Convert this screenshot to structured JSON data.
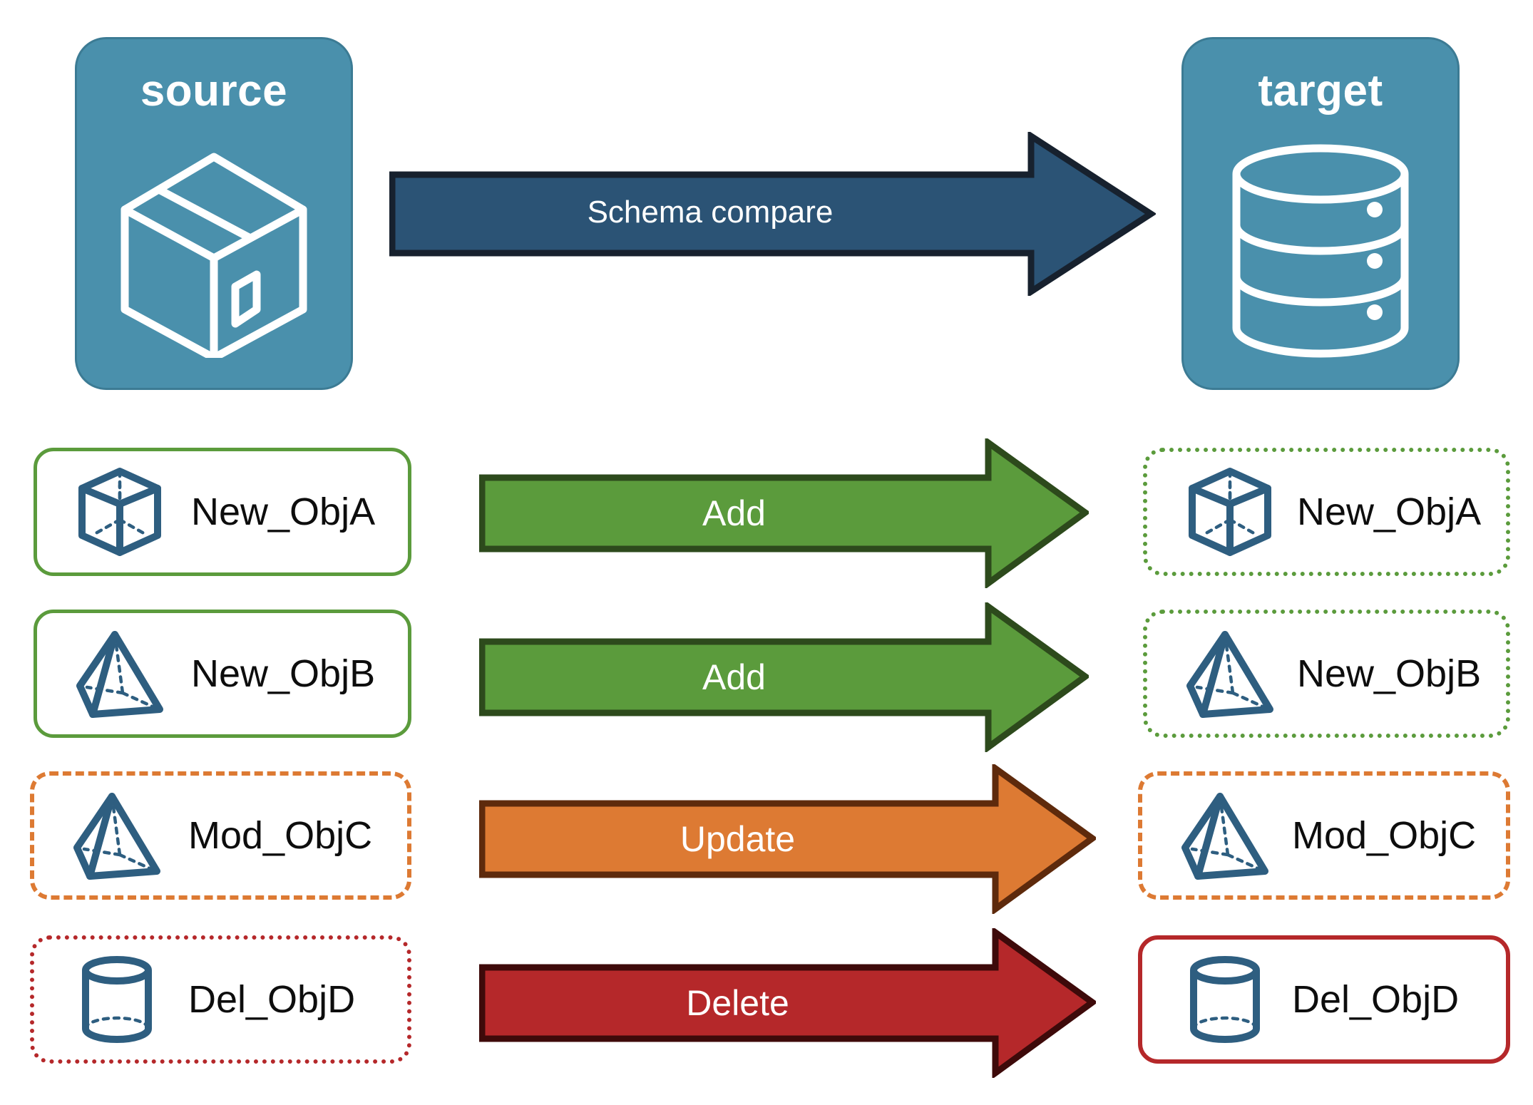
{
  "diagram": {
    "title": "Schema compare source to target",
    "endpoints": {
      "source": {
        "label": "source",
        "icon": "package-box-icon"
      },
      "target": {
        "label": "target",
        "icon": "database-cylinder-icon"
      }
    },
    "main_arrow": {
      "label": "Schema compare",
      "color": "#2B5375",
      "border_color": "#17212E"
    },
    "rows": [
      {
        "source": {
          "label": "New_ObjA",
          "icon": "wireframe-cube-icon",
          "border_style": "solid",
          "border_color": "#5B9B3C"
        },
        "action": {
          "label": "Add",
          "fill": "#5B9B3C",
          "stroke": "#2D4A1C"
        },
        "target": {
          "label": "New_ObjA",
          "icon": "wireframe-cube-icon",
          "border_style": "dotted",
          "border_color": "#5B9B3C"
        }
      },
      {
        "source": {
          "label": "New_ObjB",
          "icon": "wireframe-pyramid-icon",
          "border_style": "solid",
          "border_color": "#5B9B3C"
        },
        "action": {
          "label": "Add",
          "fill": "#5B9B3C",
          "stroke": "#2D4A1C"
        },
        "target": {
          "label": "New_ObjB",
          "icon": "wireframe-pyramid-icon",
          "border_style": "dotted",
          "border_color": "#5B9B3C"
        }
      },
      {
        "source": {
          "label": "Mod_ObjC",
          "icon": "wireframe-pyramid-icon",
          "border_style": "dashed",
          "border_color": "#DD7A33"
        },
        "action": {
          "label": "Update",
          "fill": "#DD7A33",
          "stroke": "#5E2A0C"
        },
        "target": {
          "label": "Mod_ObjC",
          "icon": "wireframe-pyramid-icon",
          "border_style": "dashed",
          "border_color": "#DD7A33"
        }
      },
      {
        "source": {
          "label": "Del_ObjD",
          "icon": "wireframe-cylinder-icon",
          "border_style": "dotted",
          "border_color": "#B5282A"
        },
        "action": {
          "label": "Delete",
          "fill": "#B5282A",
          "stroke": "#3E0A0A"
        },
        "target": {
          "label": "Del_ObjD",
          "icon": "wireframe-cylinder-icon",
          "border_style": "solid",
          "border_color": "#B5282A"
        }
      }
    ],
    "colors": {
      "endpoint_fill": "#4A90AC",
      "endpoint_stroke": "#3C7B94",
      "shape_icon_stroke": "#2E5E80",
      "green": "#5B9B3C",
      "orange": "#DD7A33",
      "red": "#B5282A",
      "navy": "#2B5375"
    }
  }
}
